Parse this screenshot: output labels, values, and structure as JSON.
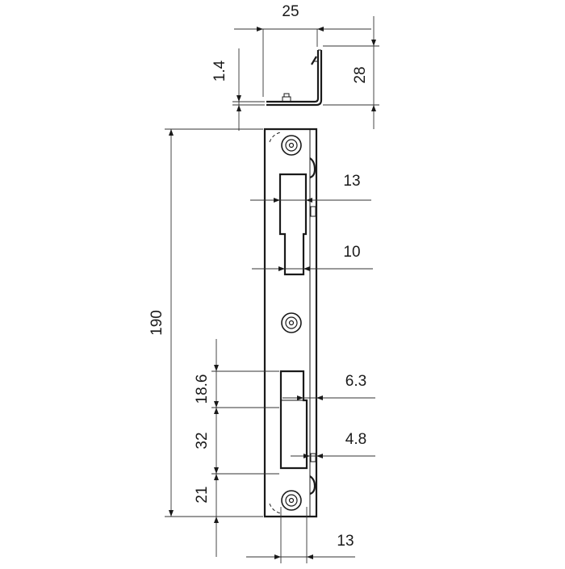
{
  "dimensions": {
    "top_width": "25",
    "top_height": "28",
    "thickness": "1.4",
    "total_length": "190",
    "slot_width_upper": "13",
    "slot_width_lower_upper": "10",
    "slot_width_small": "6.3",
    "slot_width_lower": "4.8",
    "bottom_width": "13",
    "spacing_a": "18.6",
    "spacing_b": "32",
    "spacing_c": "21"
  },
  "colors": {
    "line": "#1a1a1a",
    "background": "#ffffff"
  }
}
